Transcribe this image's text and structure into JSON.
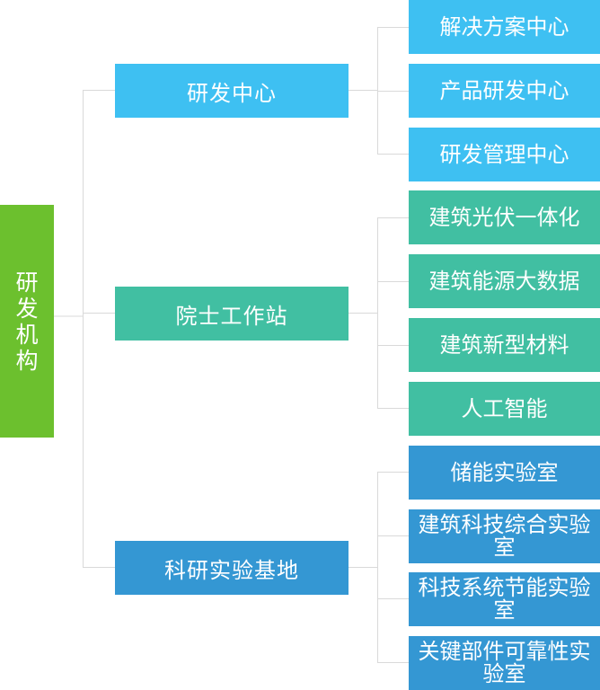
{
  "root": {
    "label": "研发机构"
  },
  "branches": [
    {
      "label": "研发中心",
      "color": "#3ec0f2",
      "children": [
        "解决方案中心",
        "产品研发中心",
        "研发管理中心"
      ]
    },
    {
      "label": "院士工作站",
      "color": "#41bfa2",
      "children": [
        "建筑光伏一体化",
        "建筑能源大数据",
        "建筑新型材料",
        "人工智能"
      ]
    },
    {
      "label": "科研实验基地",
      "color": "#3497d3",
      "children": [
        "储能实验室",
        "建筑科技综合实验室",
        "科技系统节能实验室",
        "关键部件可靠性实验室"
      ]
    }
  ],
  "line_color": "#d9d9d9"
}
